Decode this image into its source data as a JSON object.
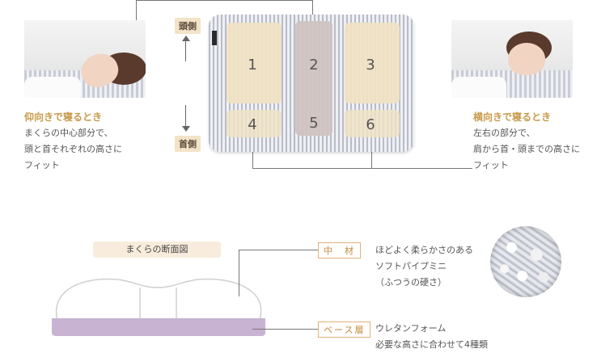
{
  "labels": {
    "head_side": "頭側",
    "neck_side": "首側"
  },
  "zones": [
    "1",
    "2",
    "3",
    "4",
    "5",
    "6"
  ],
  "left": {
    "title": "仰向きで寝るとき",
    "body": "まくらの中心部分で、\n頭と首それぞれの高さに\nフィット"
  },
  "right": {
    "title": "横向きで寝るとき",
    "body": "左右の部分で、\n肩から首・頭までの高さに\nフィット"
  },
  "cross_section": {
    "title": "まくらの断面図",
    "middle_label": "中　材",
    "middle_desc": "ほどよく柔らかさのある\nソフトパイプミニ\n（ふつうの硬さ）",
    "base_label": "ベース層",
    "base_desc": "ウレタンフォーム\n必要な高さに合わせて4種類"
  },
  "colors": {
    "accent": "#c79a4a",
    "tag_bg": "#f3e3c8",
    "base_layer": "#c8b3d2"
  }
}
